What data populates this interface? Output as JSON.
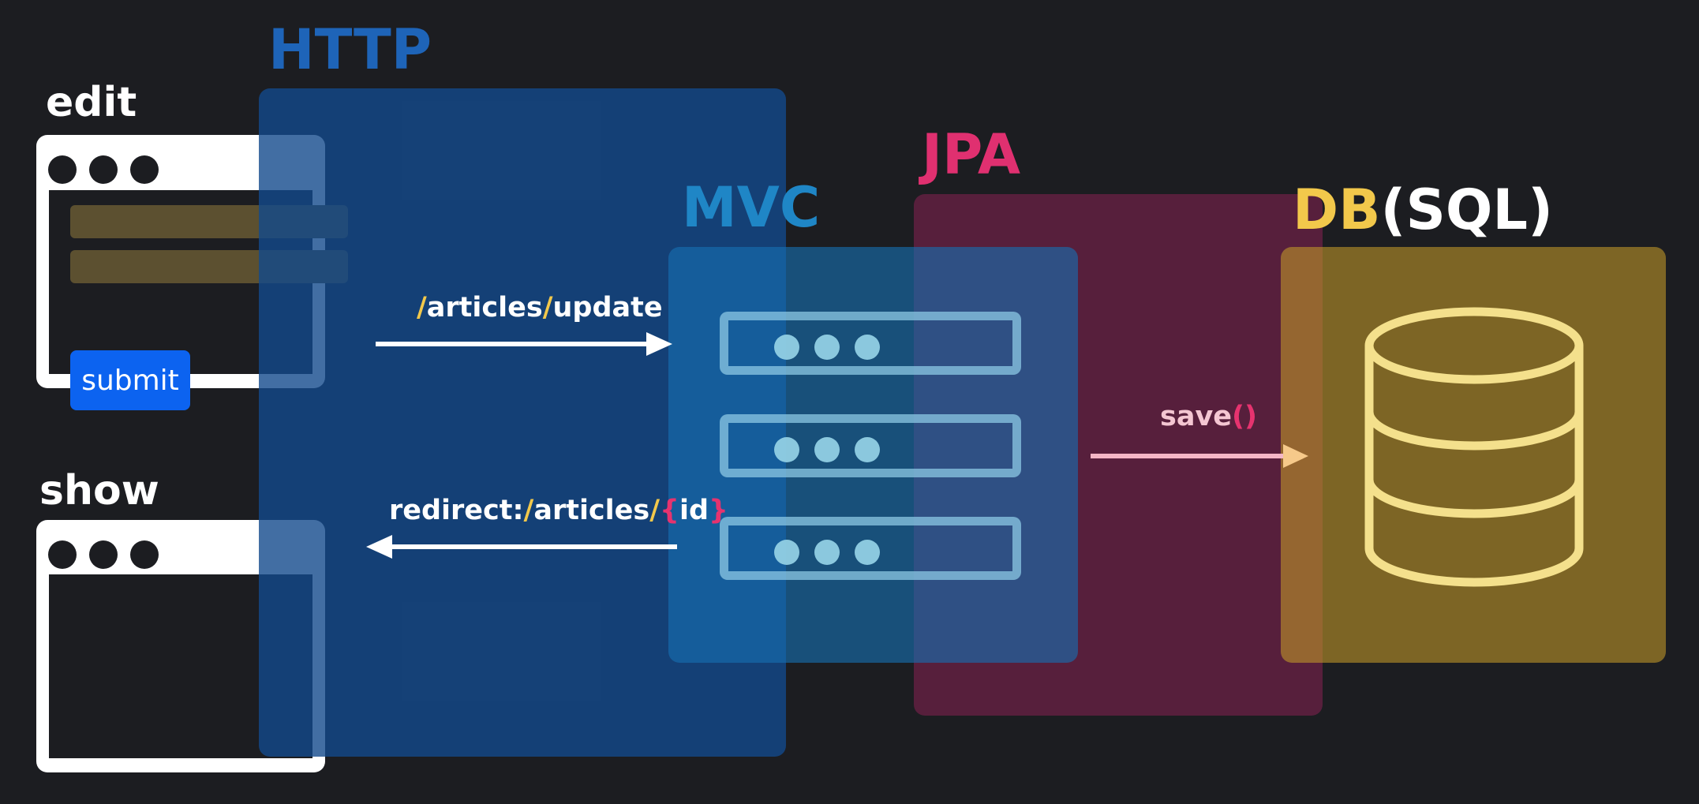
{
  "edit_window": {
    "title": "edit",
    "submit_label": "submit"
  },
  "show_window": {
    "title": "show"
  },
  "http": {
    "title": "HTTP",
    "color": "#1e64b8"
  },
  "mvc": {
    "title": "MVC",
    "color": "#1f86c6"
  },
  "jpa": {
    "title": "JPA",
    "color": "#e03070"
  },
  "db": {
    "title_db": "DB",
    "title_sql": "(SQL)",
    "db_color": "#f2c84b"
  },
  "arrows": {
    "request": {
      "slash1": "/",
      "seg1": "articles",
      "slash2": "/",
      "seg2": "update"
    },
    "redirect": {
      "prefix": "redirect:",
      "slash1": "/",
      "seg1": "articles",
      "slash2": "/",
      "brace_open": "{",
      "param": "id",
      "brace_close": "}"
    },
    "save": {
      "name": "save",
      "parens": "()"
    }
  }
}
